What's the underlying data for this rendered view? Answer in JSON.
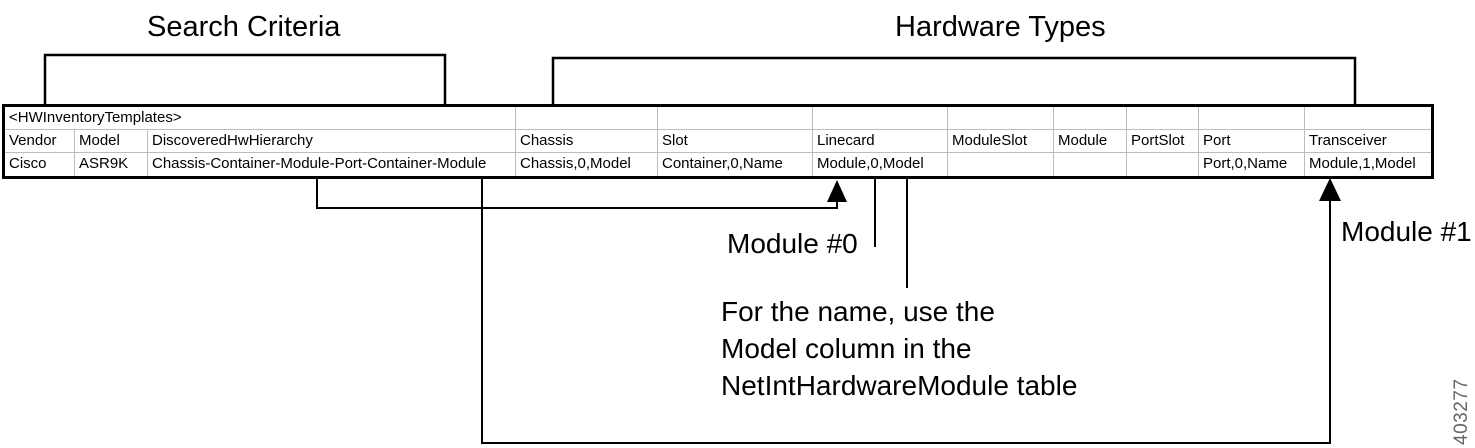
{
  "labels": {
    "search_criteria": "Search Criteria",
    "hardware_types": "Hardware Types"
  },
  "annotations": {
    "module0": "Module #0",
    "module1": "Module #1",
    "note_line1": "For the name, use the",
    "note_line2": "Model column in the",
    "note_line3": "NetIntHardwareModule table",
    "figure_number": "403277"
  },
  "table": {
    "title": "<HWInventoryTemplates>",
    "columns": [
      "Vendor",
      "Model",
      "DiscoveredHwHierarchy",
      "Chassis",
      "Slot",
      "Linecard",
      "ModuleSlot",
      "Module",
      "PortSlot",
      "Port",
      "Transceiver"
    ],
    "rows": [
      [
        "Cisco",
        "ASR9K",
        "Chassis-Container-Module-Port-Container-Module",
        "Chassis,0,Model",
        "Container,0,Name",
        "Module,0,Model",
        "",
        "",
        "",
        "Port,0,Name",
        "Module,1,Model"
      ]
    ]
  },
  "colors": {
    "background": "#ffffff",
    "line": "#000000",
    "table_border": "#000000",
    "gridline": "#bdbdbd",
    "text": "#000000",
    "figure_number": "#666666"
  }
}
